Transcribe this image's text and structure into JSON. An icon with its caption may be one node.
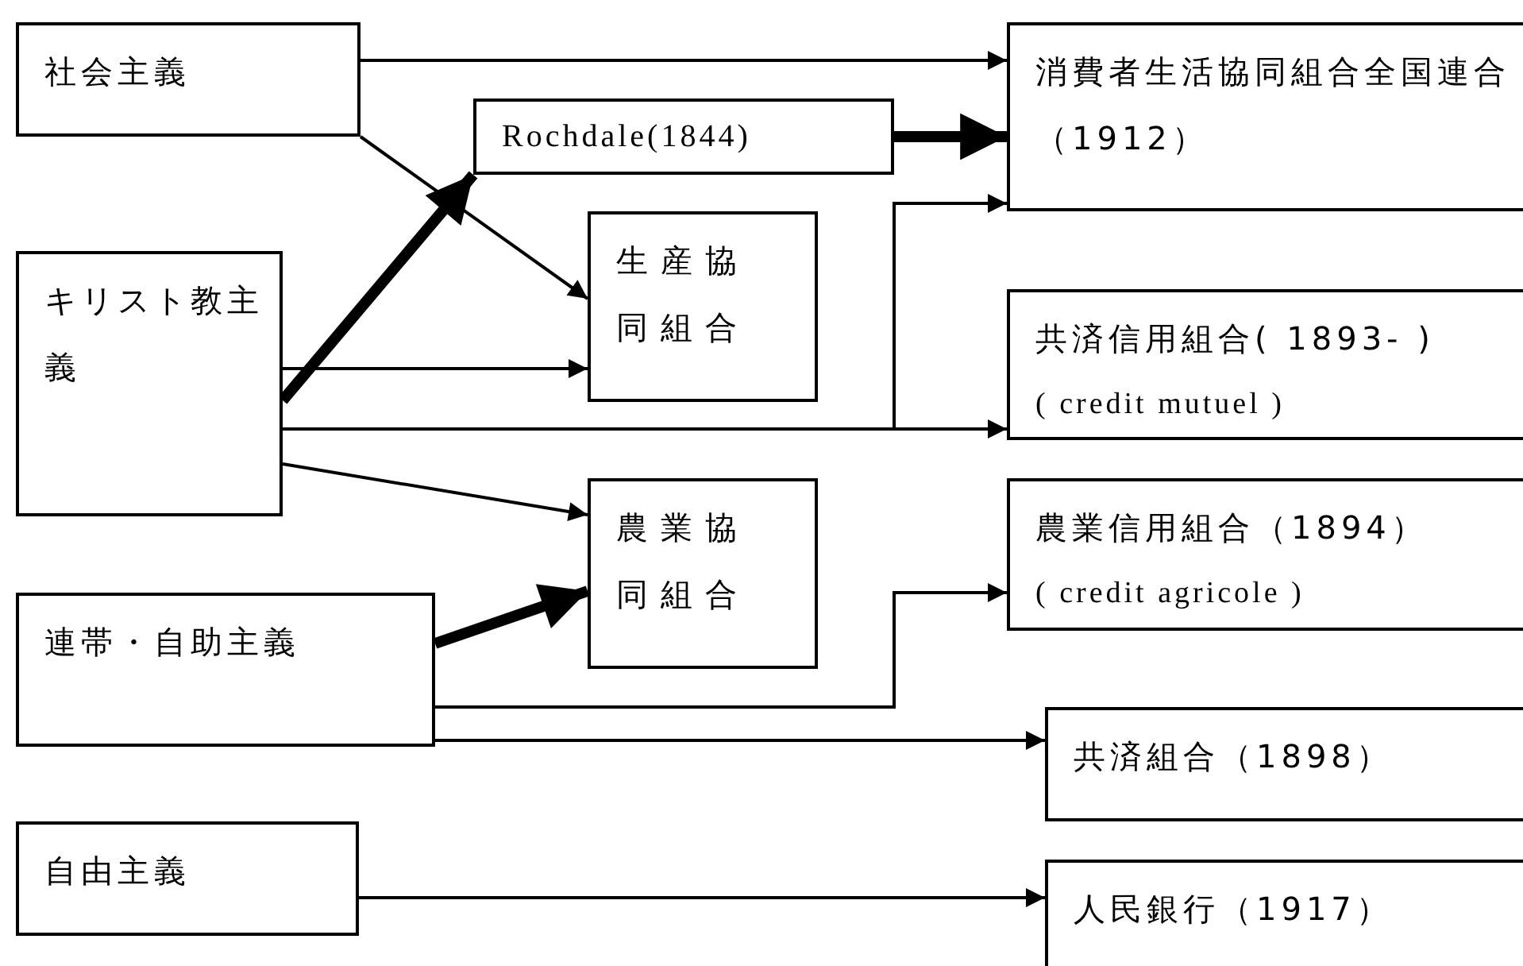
{
  "diagram": {
    "nodes": [
      {
        "text": [
          "社会主義"
        ]
      },
      {
        "text": [
          "Rochdale(1844)"
        ]
      },
      {
        "text": [
          "消費者生活協同組合全国連合（1912）"
        ]
      },
      {
        "text": [
          "キリスト教主義"
        ]
      },
      {
        "text": [
          "生産協同組合"
        ]
      },
      {
        "text": [
          "共済信用組合( 1893- )",
          "( credit mutuel )"
        ]
      },
      {
        "text": [
          "連帯・自助主義"
        ]
      },
      {
        "text": [
          "農業協同組合"
        ]
      },
      {
        "text": [
          "農業信用組合（1894）",
          "( credit agricole )"
        ]
      },
      {
        "text": [
          "共済組合（1898）"
        ]
      },
      {
        "text": [
          "自由主義"
        ]
      },
      {
        "text": [
          "人民銀行（1917）"
        ]
      }
    ],
    "edges": [
      {
        "from": 0,
        "to": 2,
        "arrow": "to"
      },
      {
        "from": 3,
        "to": 1,
        "arrow": "to",
        "style": "thick"
      },
      {
        "from": 1,
        "to": 2,
        "arrow": "to",
        "style": "thick"
      },
      {
        "from": 0,
        "to": 4,
        "arrow": "to"
      },
      {
        "from": 3,
        "to": 4,
        "arrow": "to"
      },
      {
        "from": 3,
        "to": 5,
        "arrow": "to"
      },
      {
        "from": 3,
        "to": 2,
        "arrow": "to"
      },
      {
        "from": 3,
        "to": 7,
        "arrow": "to"
      },
      {
        "from": 6,
        "to": 7,
        "arrow": "to",
        "style": "thick"
      },
      {
        "from": 6,
        "to": 8,
        "arrow": "to"
      },
      {
        "from": 6,
        "to": 9,
        "arrow": "to"
      },
      {
        "from": 10,
        "to": 11,
        "arrow": "to"
      }
    ]
  }
}
